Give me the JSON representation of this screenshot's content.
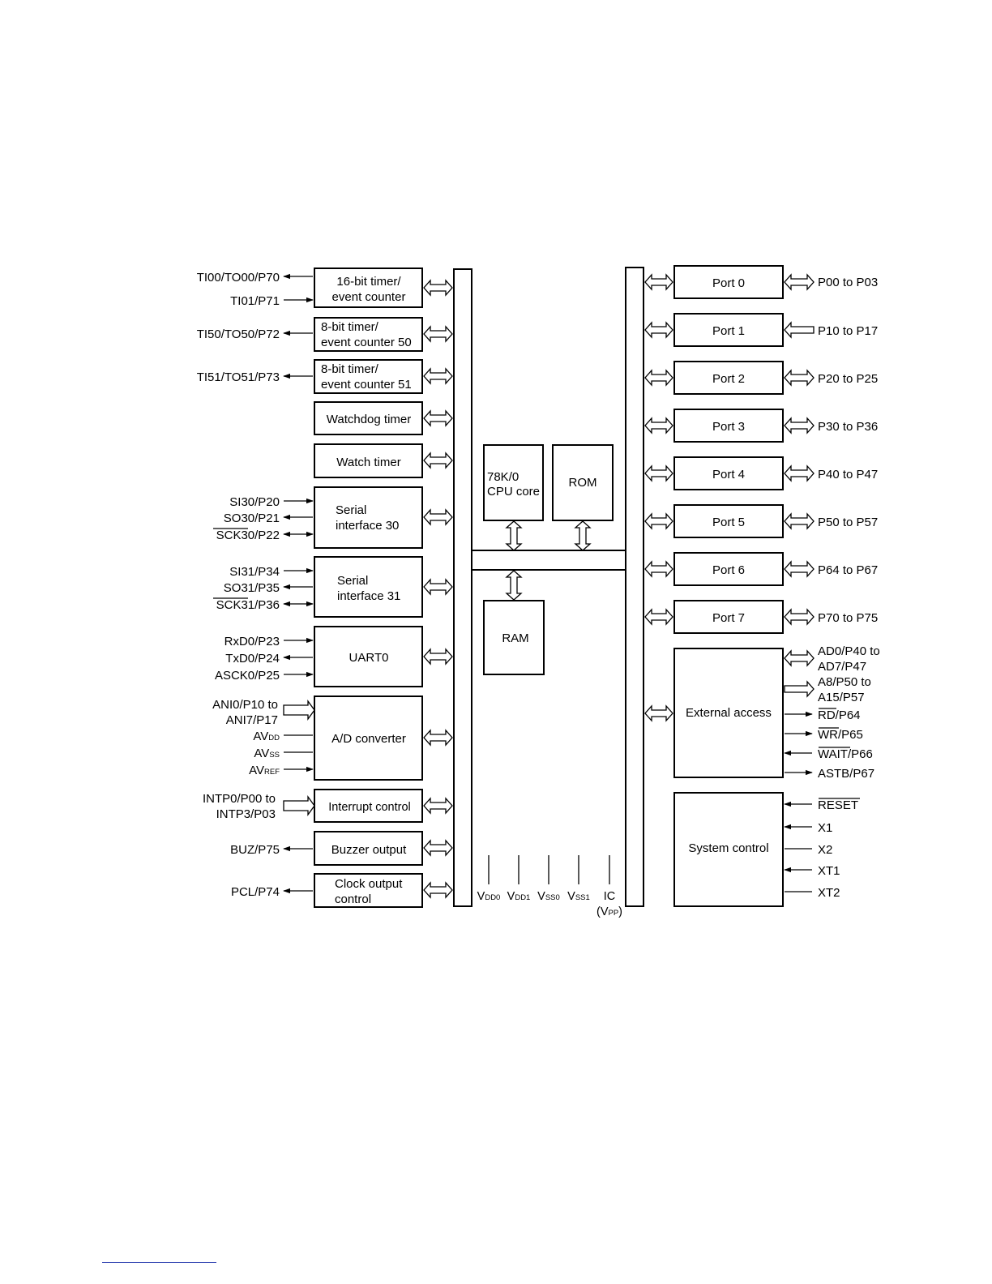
{
  "blocks": {
    "timer16": [
      "16-bit timer/",
      "event counter"
    ],
    "timer50": [
      "8-bit timer/",
      "event counter 50"
    ],
    "timer51": [
      "8-bit timer/",
      "event counter 51"
    ],
    "watchdog": "Watchdog timer",
    "watch": "Watch timer",
    "serial30": [
      "Serial",
      "interface 30"
    ],
    "serial31": [
      "Serial",
      "interface 31"
    ],
    "uart": "UART0",
    "adc": "A/D converter",
    "interrupt": "Interrupt control",
    "buzzer": "Buzzer output",
    "clock_out": [
      "Clock output",
      "control"
    ],
    "cpu": [
      "78K/0",
      "CPU core"
    ],
    "rom": "ROM",
    "ram": "RAM",
    "ports": [
      "Port 0",
      "Port 1",
      "Port 2",
      "Port 3",
      "Port 4",
      "Port 5",
      "Port 6",
      "Port 7"
    ],
    "external": "External access",
    "system": "System control"
  },
  "left_pins": {
    "ti00": "TI00/TO00/P70",
    "ti01": "TI01/P71",
    "ti50": "TI50/TO50/P72",
    "ti51": "TI51/TO51/P73",
    "si30": "SI30/P20",
    "so30": "SO30/P21",
    "sck30": "SCK30/P22",
    "si31": "SI31/P34",
    "so31": "SO31/P35",
    "sck31": "SCK31/P36",
    "rxd0": "RxD0/P23",
    "txd0": "TxD0/P24",
    "asck0": "ASCK0/P25",
    "ani_a": "ANI0/P10 to",
    "ani_b": "ANI7/P17",
    "avdd": {
      "main": "AV",
      "sub": "DD"
    },
    "avss": {
      "main": "AV",
      "sub": "SS"
    },
    "avref": {
      "main": "AV",
      "sub": "REF"
    },
    "intp_a": "INTP0/P00 to",
    "intp_b": "INTP3/P03",
    "buz": "BUZ/P75",
    "pcl": "PCL/P74"
  },
  "right_pins": {
    "ports": [
      "P00 to P03",
      "P10 to P17",
      "P20 to P25",
      "P30 to P36",
      "P40 to P47",
      "P50 to P57",
      "P64 to P67",
      "P70 to P75"
    ],
    "ad_a": "AD0/P40 to",
    "ad_b": "AD7/P47",
    "a8_a": "A8/P50 to",
    "a8_b": "A15/P57",
    "rd": {
      "bar": "RD",
      "rest": "/P64"
    },
    "wr": {
      "bar": "WR",
      "rest": "/P65"
    },
    "wait": {
      "bar": "WAIT",
      "rest": "/P66"
    },
    "astb": "ASTB/P67",
    "reset": "RESET",
    "x1": "X1",
    "x2": "X2",
    "xt1": "XT1",
    "xt2": "XT2"
  },
  "power_pins": [
    {
      "main": "V",
      "sub": "DD0"
    },
    {
      "main": "V",
      "sub": "DD1"
    },
    {
      "main": "V",
      "sub": "SS0"
    },
    {
      "main": "V",
      "sub": "SS1"
    },
    {
      "main": "IC",
      "sub": ""
    }
  ],
  "vpp": {
    "open": "(V",
    "sub": "PP",
    "close": ")"
  }
}
